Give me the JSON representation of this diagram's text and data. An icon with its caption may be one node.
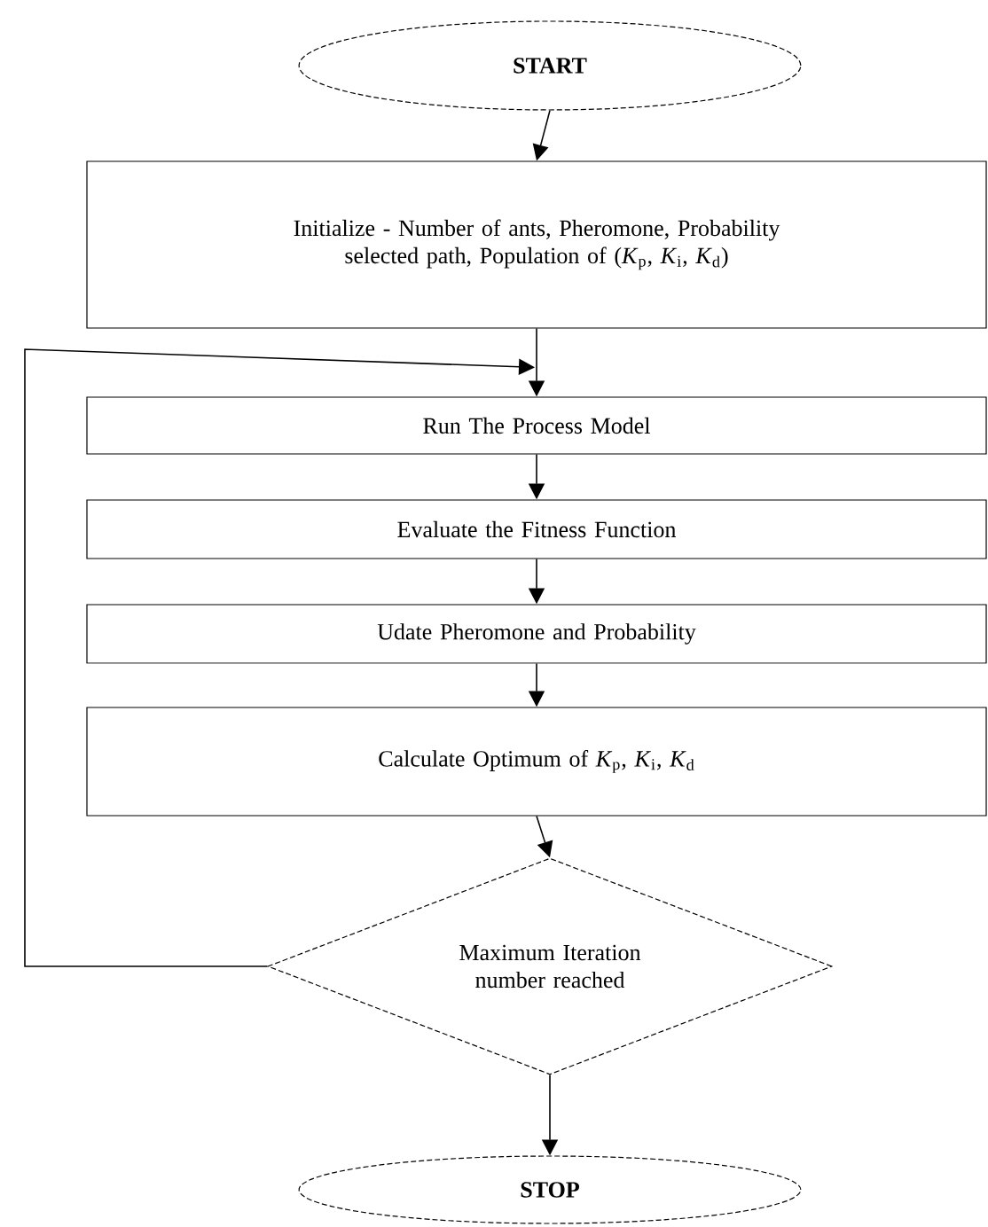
{
  "diagram": {
    "nodes": [
      {
        "text": [
          "START"
        ]
      },
      {
        "text": [
          "Initialize - Number of ants, Pheromone, Probability selected path, Population of (*K*$_{p}$, *K*$_{i}$, *K*$_{d}$)"
        ]
      },
      {
        "text": [
          "Run The Process Model"
        ]
      },
      {
        "text": [
          "Evaluate the Fitness Function"
        ]
      },
      {
        "text": [
          "Udate Pheromone and Probability"
        ]
      },
      {
        "text": [
          "Calculate Optimum of *K*$_{p}$, *K*$_{i}$, *K*$_{d}$"
        ]
      },
      {
        "text": [
          "Maximum Iteration number reached"
        ]
      },
      {
        "text": [
          "STOP"
        ]
      }
    ],
    "edges": [
      {
        "from": 0,
        "to": 1,
        "arrow": "to"
      },
      {
        "from": 1,
        "to": 2,
        "arrow": "to"
      },
      {
        "from": 2,
        "to": 3,
        "arrow": "to"
      },
      {
        "from": 3,
        "to": 4,
        "arrow": "to"
      },
      {
        "from": 4,
        "to": 5,
        "arrow": "to"
      },
      {
        "from": 5,
        "to": 6,
        "arrow": "to"
      },
      {
        "from": 6,
        "to": 2,
        "arrow": "to"
      },
      {
        "from": 6,
        "to": 7,
        "arrow": "to"
      }
    ]
  }
}
